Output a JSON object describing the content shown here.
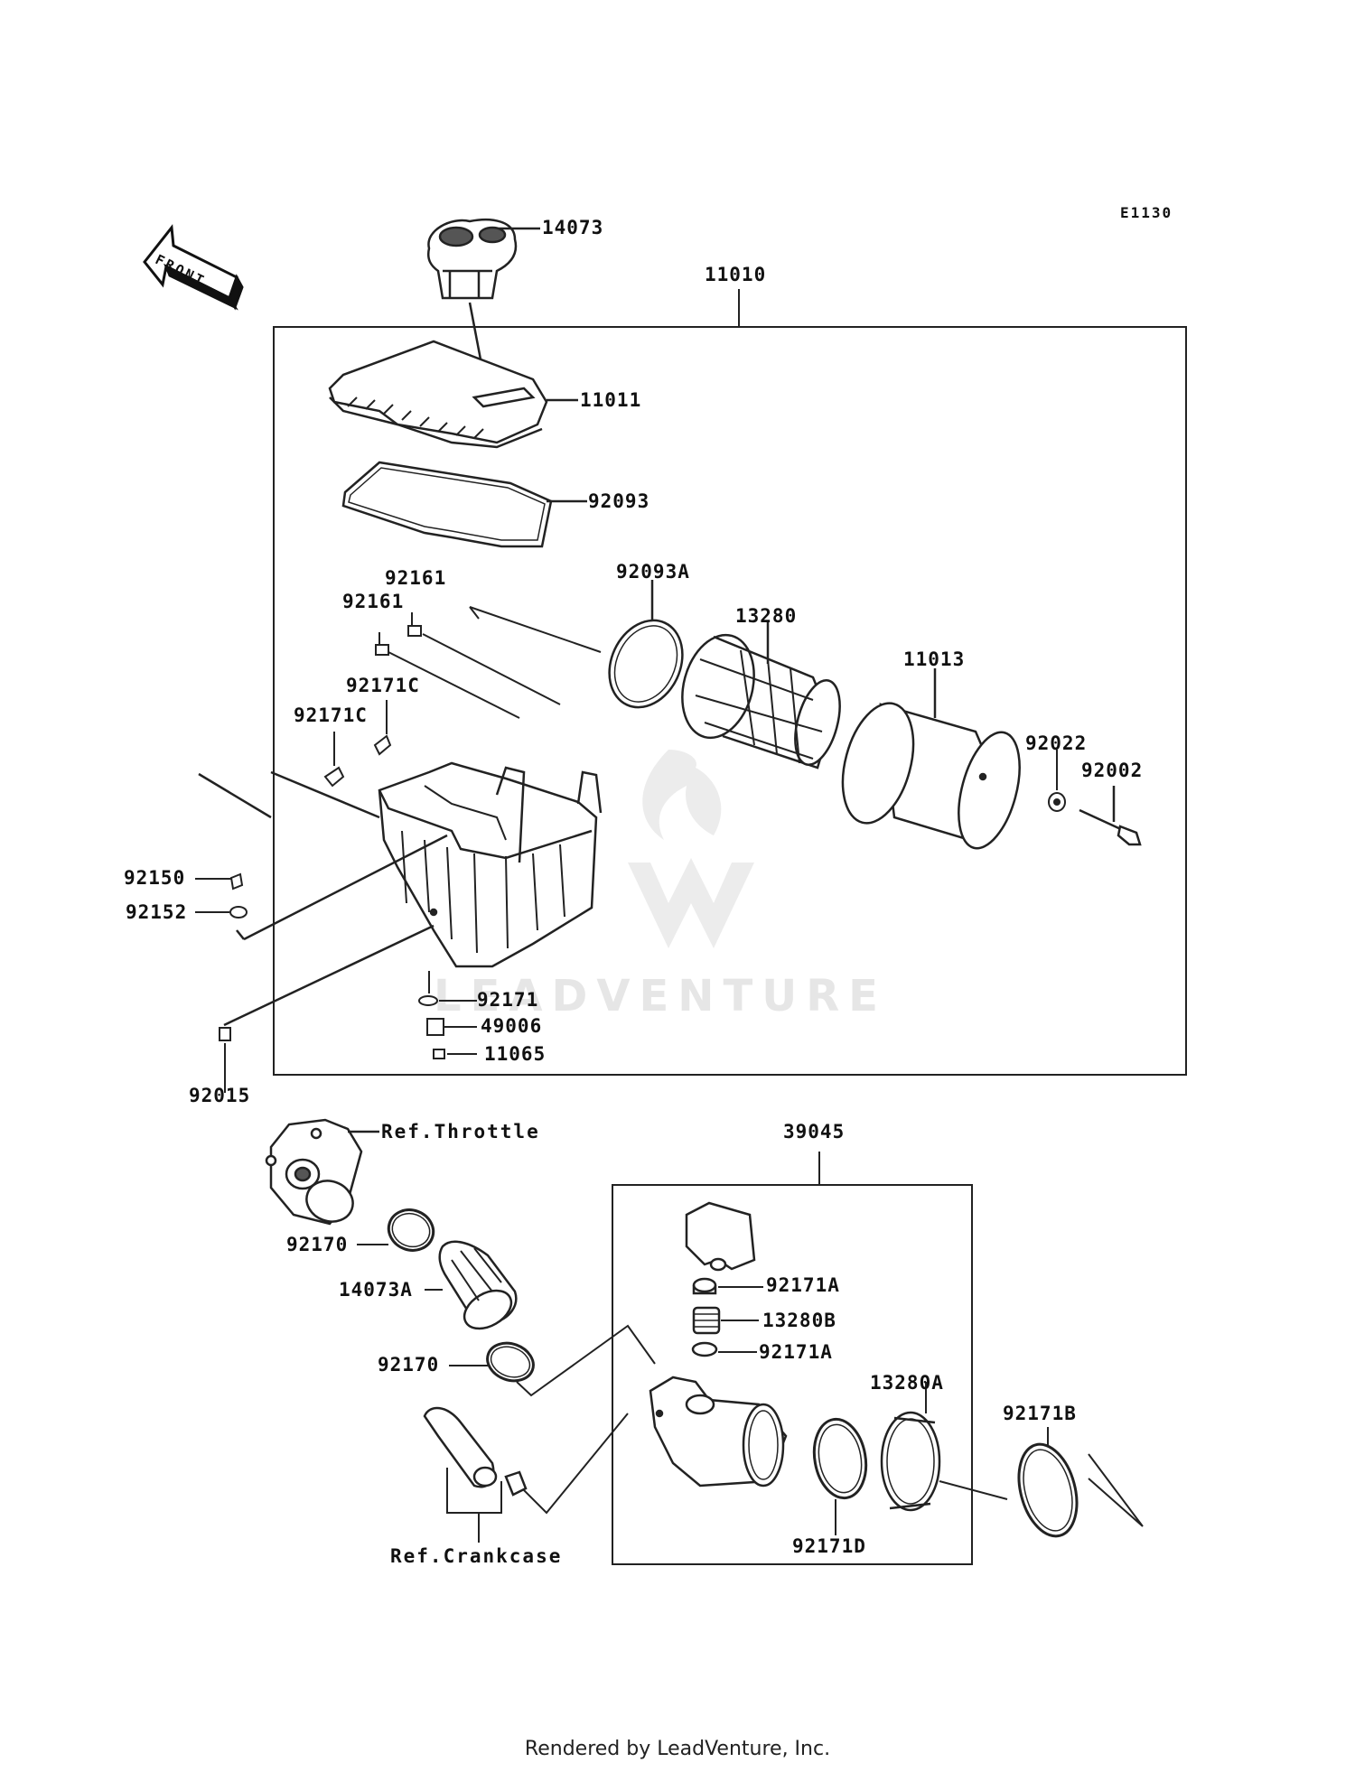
{
  "diagram_code": "E1130",
  "front_label": "FRONT",
  "watermark": "LEADVENTURE",
  "footer": "Rendered by LeadVenture, Inc.",
  "parts": {
    "p14073": "14073",
    "p11010": "11010",
    "p11011": "11011",
    "p92093": "92093",
    "p92161a": "92161",
    "p92161b": "92161",
    "p92093A": "92093A",
    "p13280": "13280",
    "p11013": "11013",
    "p92171Ca": "92171C",
    "p92171Cb": "92171C",
    "p92022": "92022",
    "p92002": "92002",
    "p92150": "92150",
    "p92152": "92152",
    "p92171": "92171",
    "p49006": "49006",
    "p11065": "11065",
    "p92015": "92015",
    "refThrottle": "Ref.Throttle",
    "p39045": "39045",
    "p92170a": "92170",
    "p14073A": "14073A",
    "p92171Aa": "92171A",
    "p13280B": "13280B",
    "p92171Ab": "92171A",
    "p92170b": "92170",
    "p13280A": "13280A",
    "p92171B": "92171B",
    "p92171D": "92171D",
    "refCrankcase": "Ref.Crankcase"
  }
}
